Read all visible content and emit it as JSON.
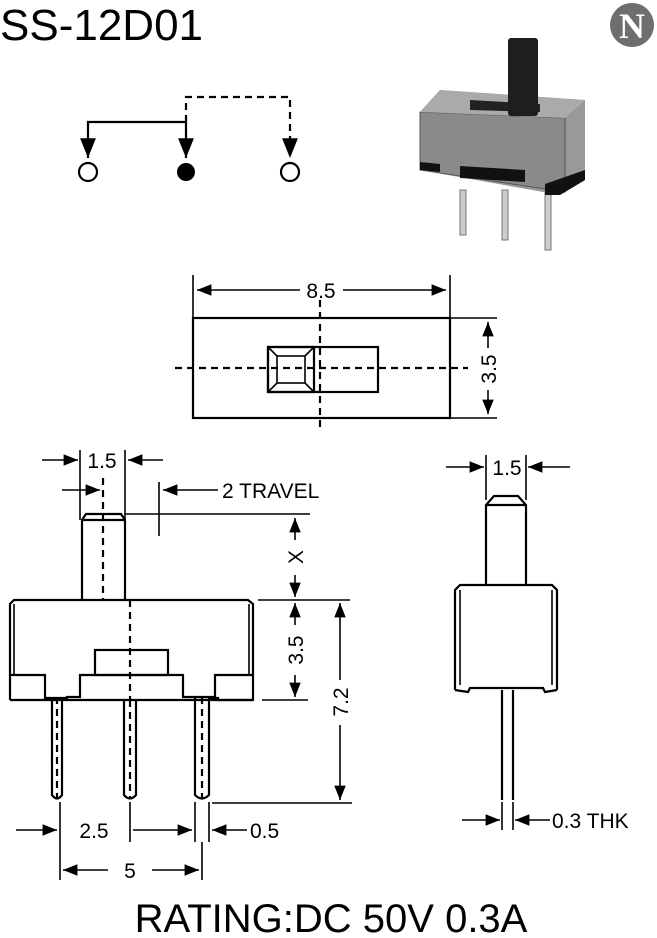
{
  "title": "SS-12D01",
  "logo": {
    "letter": "N",
    "color": "#6e6e6e"
  },
  "schematic": {
    "terminals": [
      "open",
      "common",
      "open"
    ]
  },
  "top_view": {
    "width_label": "8.5",
    "height_label": "3.5"
  },
  "front_view": {
    "actuator_width_label": "1.5",
    "travel_label": "2 TRAVEL",
    "actuator_height_label": "X",
    "body_height_label": "3.5",
    "total_height_label": "7.2",
    "pitch_label": "2.5",
    "pin_width_label": "0.5",
    "span_label": "5"
  },
  "side_view": {
    "actuator_width_label": "1.5",
    "pin_thickness_label": "0.3 THK"
  },
  "rating": "RATING:DC 50V 0.3A"
}
